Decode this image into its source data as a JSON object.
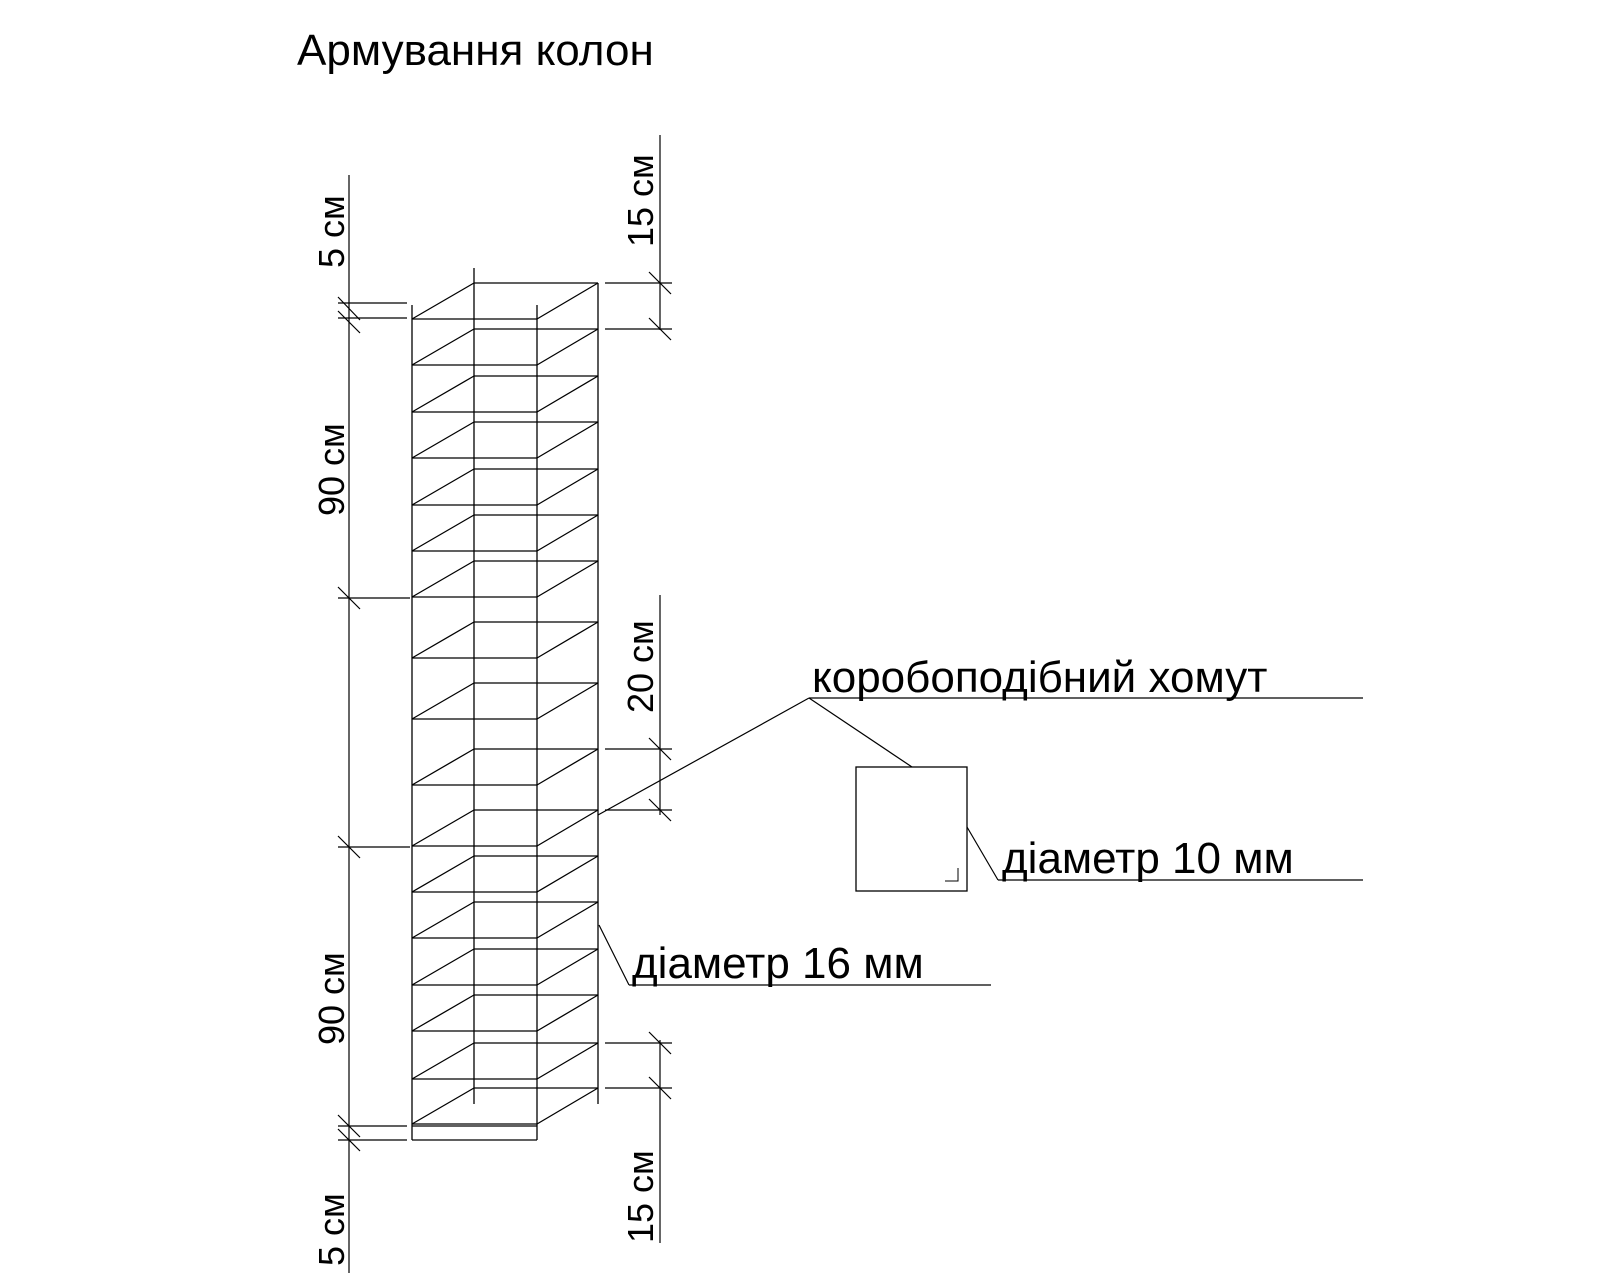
{
  "title": "Армування колон",
  "labels": {
    "stirrup_type": "коробоподібний хомут",
    "stirrup_diameter": "діаметр 10 мм",
    "rebar_diameter": "діаметр 16 мм"
  },
  "dimensions": {
    "left_top_cover": "5 см",
    "left_upper_zone": "90 см",
    "left_lower_zone": "90 см",
    "left_bottom_cover": "5 см",
    "right_top_step": "15 см",
    "right_middle_step": "20 см",
    "right_bottom_step": "15 см"
  }
}
